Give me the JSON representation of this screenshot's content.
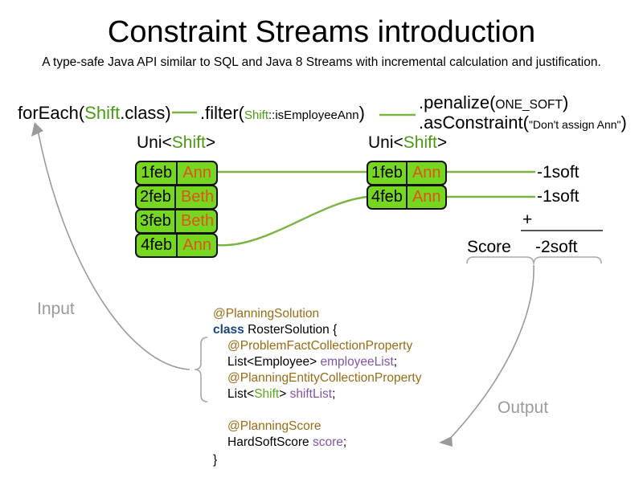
{
  "page": {
    "title": "Constraint Streams introduction",
    "subtitle": "A type-safe Java API similar to SQL and Java 8 Streams with incremental calculation and justification."
  },
  "colors": {
    "tuple_fill": "#76d720",
    "tuple_border": "#111111",
    "name_text": "#e4511b",
    "stream_line": "#7cb342",
    "class_green": "#4a9b13",
    "annotation_brown": "#9a6b16",
    "keyword_blue": "#17457f",
    "field_purple": "#8154a8",
    "io_gray": "#9a9a9a"
  },
  "pipeline": {
    "for_each": {
      "prefix": "forEach(",
      "type": "Shift",
      "suffix": ".class)"
    },
    "filter": {
      "prefix": ".filter(",
      "type": "Shift",
      "method_ref": "::isEmployeeAnn",
      "suffix": ")"
    },
    "penalize": {
      "prefix": ".penalize(",
      "weight": "ONE_SOFT",
      "suffix": ")"
    },
    "as_constraint": {
      "prefix": ".asConstraint(",
      "constraint_name": "\"Don't assign Ann\"",
      "suffix": ")"
    }
  },
  "streams": {
    "left": {
      "label_prefix": "Uni<",
      "label_type": "Shift",
      "label_suffix": ">",
      "tuples": [
        {
          "date": "1feb",
          "name": "Ann"
        },
        {
          "date": "2feb",
          "name": "Beth"
        },
        {
          "date": "3feb",
          "name": "Beth"
        },
        {
          "date": "4feb",
          "name": "Ann"
        }
      ]
    },
    "right": {
      "label_prefix": "Uni<",
      "label_type": "Shift",
      "label_suffix": ">",
      "tuples": [
        {
          "date": "1feb",
          "name": "Ann"
        },
        {
          "date": "4feb",
          "name": "Ann"
        }
      ]
    }
  },
  "score": {
    "penalties": [
      "-1soft",
      "-1soft"
    ],
    "operator": "+",
    "label": "Score",
    "total": "-2soft"
  },
  "annotations": {
    "input": "Input",
    "output": "Output"
  },
  "code": {
    "l1_annotation": "@PlanningSolution",
    "l2_keyword": "class",
    "l2_rest": " RosterSolution {",
    "l3_annotation": "@ProblemFactCollectionProperty",
    "l4_type": "List<Employee> ",
    "l4_field": "employeeList",
    "l4_semi": ";",
    "l5_annotation": "@PlanningEntityCollectionProperty",
    "l6_pre": "List<",
    "l6_type": "Shift",
    "l6_mid": "> ",
    "l6_field": "shiftList",
    "l6_semi": ";",
    "l7_annotation": "@PlanningScore",
    "l8_type": "HardSoftScore ",
    "l8_field": "score",
    "l8_semi": ";",
    "l9_close": "}"
  }
}
